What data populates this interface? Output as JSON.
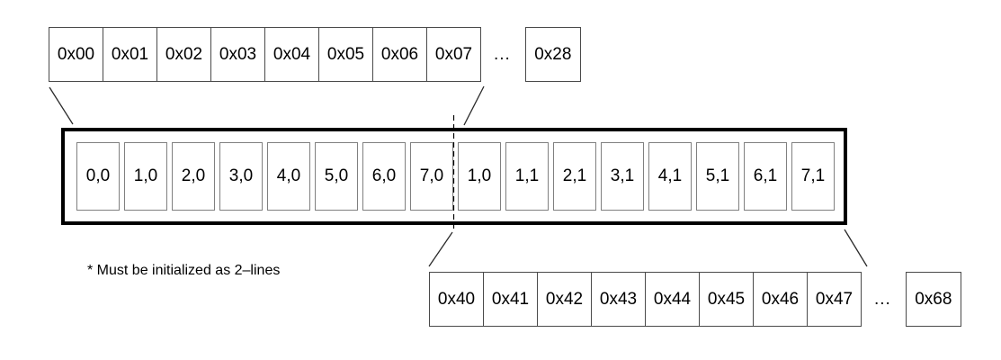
{
  "diagram": {
    "title_semantic": "display-line to DDRAM address mapping",
    "top_address_row": {
      "cells": [
        "0x00",
        "0x01",
        "0x02",
        "0x03",
        "0x04",
        "0x05",
        "0x06",
        "0x07"
      ],
      "ellipsis": "...",
      "tail_cell": "0x28"
    },
    "buffer_box": {
      "cells": [
        "0,0",
        "1,0",
        "2,0",
        "3,0",
        "4,0",
        "5,0",
        "6,0",
        "7,0",
        "1,0",
        "1,1",
        "2,1",
        "3,1",
        "4,1",
        "5,1",
        "6,1",
        "7,1"
      ]
    },
    "bottom_address_row": {
      "cells": [
        "0x40",
        "0x41",
        "0x42",
        "0x43",
        "0x44",
        "0x45",
        "0x46",
        "0x47"
      ],
      "ellipsis": "...",
      "tail_cell": "0x68"
    },
    "footnote": "* Must be initialized as 2–lines",
    "colors": {
      "background": "#ffffff",
      "address_box_border": "#4a4a4a",
      "buffer_cell_border": "#808080",
      "frame_border": "#000000",
      "connector_line": "#2a2a2a",
      "text": "#000000"
    }
  }
}
